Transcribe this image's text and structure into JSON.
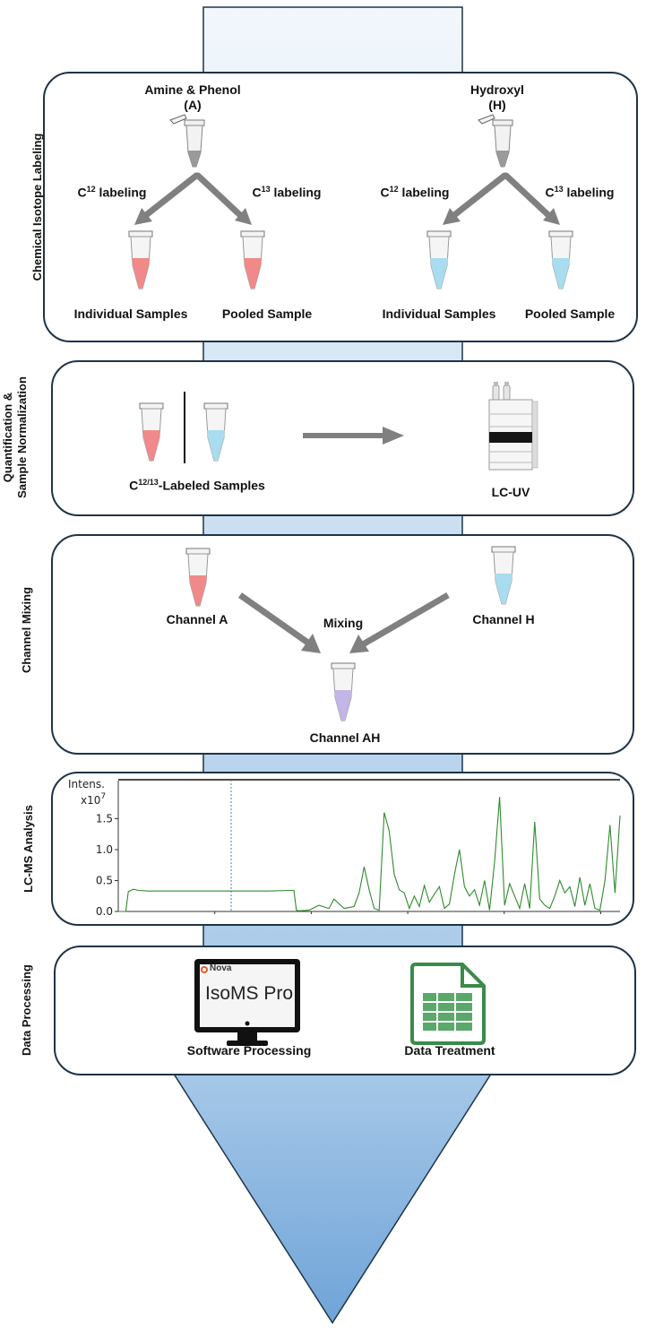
{
  "sections": {
    "labeling": {
      "title": "Chemical Isotope Labeling",
      "left_group": {
        "name_line1": "Amine & Phenol",
        "name_line2": "(A)",
        "c12": "C",
        "c12_sup": "12",
        "c12_tail": " labeling",
        "c13": "C",
        "c13_sup": "13",
        "c13_tail": " labeling",
        "individual": "Individual Samples",
        "pooled": "Pooled Sample"
      },
      "right_group": {
        "name_line1": "Hydroxyl",
        "name_line2": "(H)",
        "c12": "C",
        "c12_sup": "12",
        "c12_tail": " labeling",
        "c13": "C",
        "c13_sup": "13",
        "c13_tail": " labeling",
        "individual": "Individual Samples",
        "pooled": "Pooled Sample"
      }
    },
    "quantification": {
      "title_line1": "Quantification &",
      "title_line2": "Sample Normalization",
      "samples_prefix": "C",
      "samples_sup": "12/13",
      "samples_tail": "-Labeled Samples",
      "instrument": "LC-UV"
    },
    "mixing": {
      "title": "Channel Mixing",
      "channel_a": "Channel A",
      "channel_h": "Channel H",
      "mixing": "Mixing",
      "channel_ah": "Channel AH"
    },
    "lcms": {
      "title": "LC-MS Analysis"
    },
    "processing": {
      "title": "Data Processing",
      "brand_small": "Nova",
      "software_name": "IsoMS Pro",
      "software_label": "Software Processing",
      "data_label": "Data Treatment"
    }
  },
  "colors": {
    "panel_border": "#1f3347",
    "arrow_gray": "#808080",
    "red_liquid": "#f08a8a",
    "blue_liquid": "#a9dcef",
    "purple_liquid": "#c2b6e6",
    "chart_line": "#2e8b2e",
    "spreadsheet_green": "#3a8a4a",
    "flow_blue": "#8fb8de"
  },
  "chart_data": {
    "type": "line",
    "ylabel": "Intens.",
    "yunit_base": "x10",
    "yunit_exp": "7",
    "yticks": [
      "1.5",
      "1.0",
      "0.5",
      "0.0"
    ],
    "ylim": [
      0,
      2.0
    ],
    "xlim": [
      0,
      100
    ],
    "series": [
      {
        "x": [
          0,
          1.5,
          2,
          3,
          4,
          6,
          10,
          15,
          20,
          25,
          30,
          34,
          35,
          35.5,
          36,
          38,
          40,
          42,
          43,
          45,
          47,
          48,
          49,
          50,
          51,
          52,
          53,
          54,
          55,
          56,
          57,
          58,
          59,
          60,
          61,
          62,
          63,
          64,
          65,
          66,
          67,
          68,
          69,
          70,
          71,
          72,
          73,
          74,
          75,
          76,
          77,
          78,
          79,
          80,
          81,
          82,
          83,
          84,
          85,
          86,
          87,
          88,
          89,
          90,
          91,
          92,
          93,
          94,
          95,
          96,
          97,
          98,
          99,
          100
        ],
        "y": [
          0.0,
          0.0,
          0.32,
          0.36,
          0.34,
          0.33,
          0.33,
          0.33,
          0.33,
          0.33,
          0.33,
          0.34,
          0.34,
          0.02,
          0.01,
          0.02,
          0.1,
          0.05,
          0.2,
          0.05,
          0.08,
          0.3,
          0.72,
          0.35,
          0.05,
          0.02,
          1.6,
          1.3,
          0.6,
          0.35,
          0.3,
          0.05,
          0.25,
          0.08,
          0.42,
          0.15,
          0.28,
          0.4,
          0.05,
          0.12,
          0.6,
          1.0,
          0.4,
          0.25,
          0.35,
          0.1,
          0.5,
          0.02,
          0.8,
          1.85,
          0.1,
          0.45,
          0.25,
          0.05,
          0.45,
          0.05,
          1.45,
          0.2,
          0.1,
          0.05,
          0.25,
          0.5,
          0.3,
          0.4,
          0.08,
          0.55,
          0.1,
          0.45,
          0.05,
          0.02,
          0.5,
          1.4,
          0.3,
          1.55
        ]
      }
    ]
  }
}
